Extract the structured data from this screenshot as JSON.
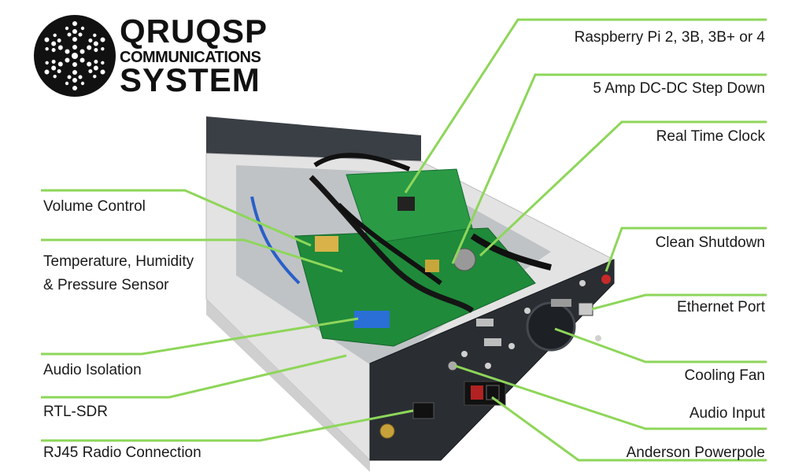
{
  "logo": {
    "line1": "QRUQSP",
    "line2": "COMMUNICATIONS",
    "line3": "SYSTEM"
  },
  "labels": {
    "raspberry_pi": "Raspberry Pi 2, 3B, 3B+ or 4",
    "step_down": "5 Amp DC-DC Step Down",
    "rtc": "Real Time Clock",
    "volume": "Volume Control",
    "temp_line1": "Temperature, Humidity",
    "temp_line2": "& Pressure Sensor",
    "clean_shutdown": "Clean Shutdown",
    "ethernet": "Ethernet Port",
    "audio_isolation": "Audio Isolation",
    "cooling_fan": "Cooling Fan",
    "rtl_sdr": "RTL-SDR",
    "audio_input": "Audio Input",
    "rj45": "RJ45 Radio Connection",
    "anderson": "Anderson Powerpole"
  },
  "colors": {
    "leader": "#8ed65a",
    "enclosure": "#e6e6e6",
    "panel": "#2a2e33",
    "pcb": "#1f8a3a"
  }
}
